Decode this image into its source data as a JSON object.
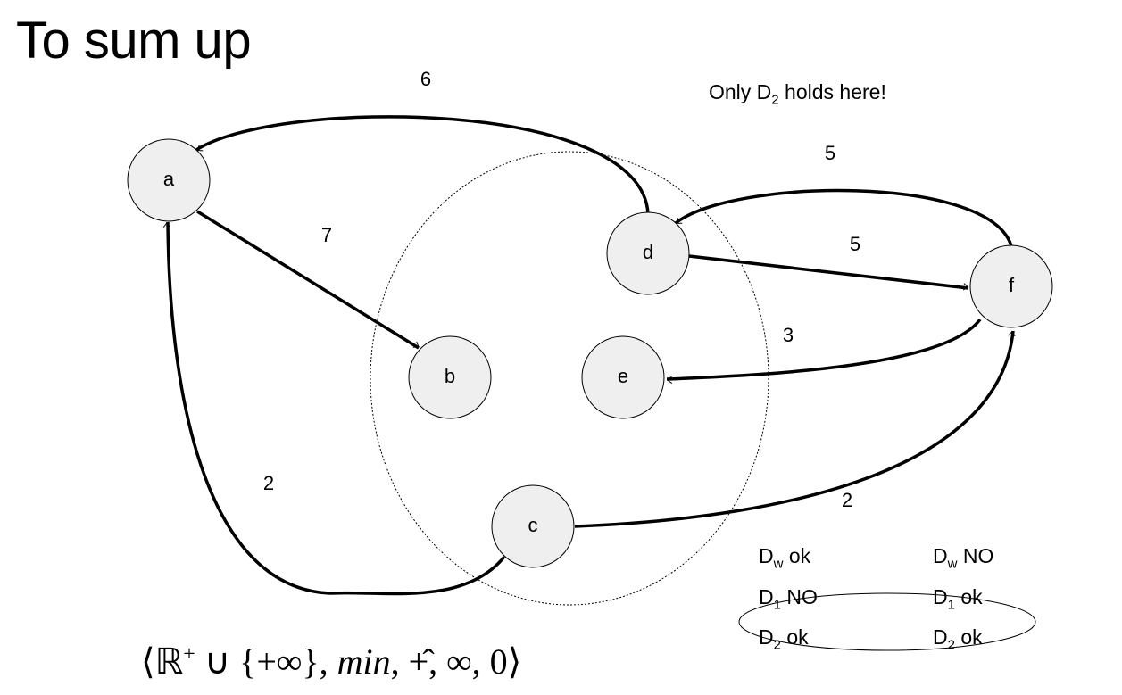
{
  "slide": {
    "title": "To sum up",
    "note": {
      "prefix": "Only D",
      "sub": "2",
      "suffix": " holds here!"
    },
    "formula": {
      "open": "⟨ℝ",
      "sup": "+",
      "set": " ∪ {+∞}, ",
      "op_min": "min",
      "rest": ", +̂, ∞, 0⟩"
    }
  },
  "nodes": [
    {
      "id": "a",
      "label": "a"
    },
    {
      "id": "b",
      "label": "b"
    },
    {
      "id": "c",
      "label": "c"
    },
    {
      "id": "d",
      "label": "d"
    },
    {
      "id": "e",
      "label": "e"
    },
    {
      "id": "f",
      "label": "f"
    }
  ],
  "edges": [
    {
      "from": "d",
      "to": "a",
      "weight": "6"
    },
    {
      "from": "a",
      "to": "b",
      "weight": "7"
    },
    {
      "from": "c",
      "to": "a",
      "weight": "2"
    },
    {
      "from": "f",
      "to": "d",
      "weight": "5"
    },
    {
      "from": "d",
      "to": "f",
      "weight": "5"
    },
    {
      "from": "f",
      "to": "e",
      "weight": "3"
    },
    {
      "from": "c",
      "to": "f",
      "weight": "2"
    }
  ],
  "status": {
    "left": [
      {
        "d": "D",
        "sub": "w",
        "text": " ok"
      },
      {
        "d": "D",
        "sub": "1",
        "text": " NO"
      },
      {
        "d": "D",
        "sub": "2",
        "text": " ok"
      }
    ],
    "right": [
      {
        "d": "D",
        "sub": "w",
        "text": " NO"
      },
      {
        "d": "D",
        "sub": "1",
        "text": " ok"
      },
      {
        "d": "D",
        "sub": "2",
        "text": " ok"
      }
    ]
  },
  "colors": {
    "node_fill": "#efefef",
    "stroke": "#000000",
    "background": "#ffffff"
  }
}
